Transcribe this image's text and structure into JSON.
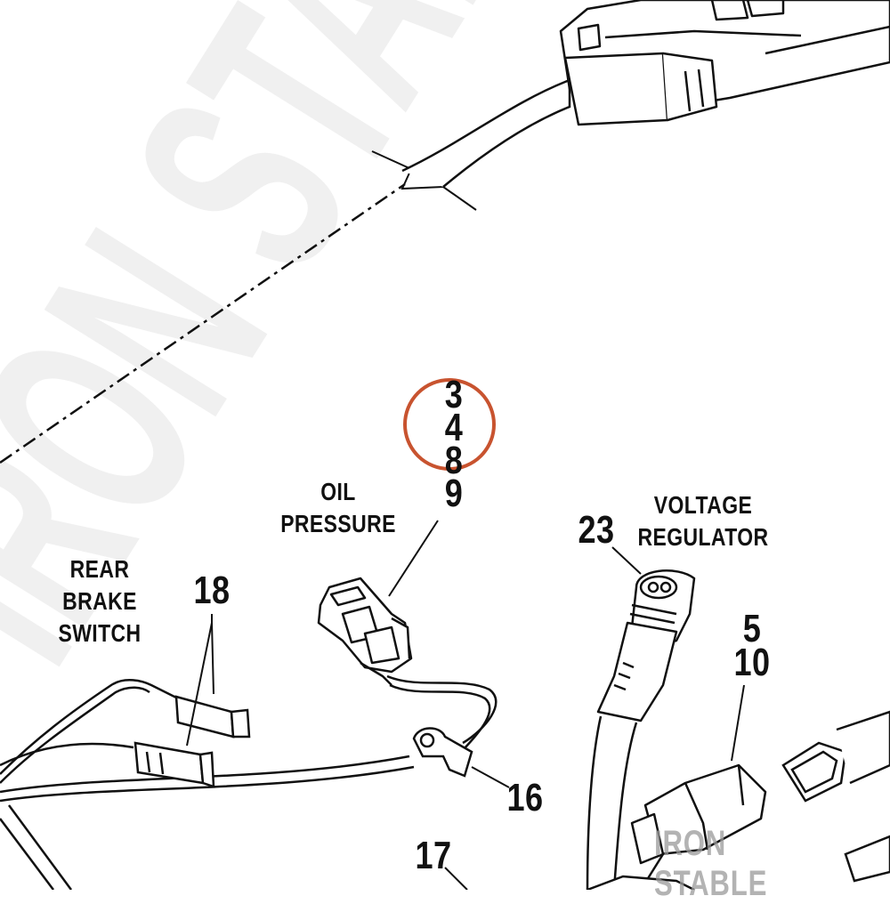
{
  "watermark": {
    "large_text": "IRON STABLE",
    "small_text": "IRON STABLE"
  },
  "labels": {
    "oil_pressure": [
      "OIL",
      "PRESSURE"
    ],
    "rear_brake_switch": [
      "REAR",
      "BRAKE",
      "SWITCH"
    ],
    "voltage_regulator": [
      "VOLTAGE",
      "REGULATOR"
    ]
  },
  "callouts": {
    "oil_pressure_refs": [
      "3",
      "4",
      "8",
      "9"
    ],
    "rear_brake_ref": "18",
    "voltage_regulator_ref": "23",
    "connector_refs": [
      "5",
      "10"
    ],
    "clip_ref": "16",
    "harness_ref": "17"
  },
  "colors": {
    "highlight_circle": "#c8532f",
    "ink": "#111111",
    "watermark": "#f0f0f0"
  }
}
